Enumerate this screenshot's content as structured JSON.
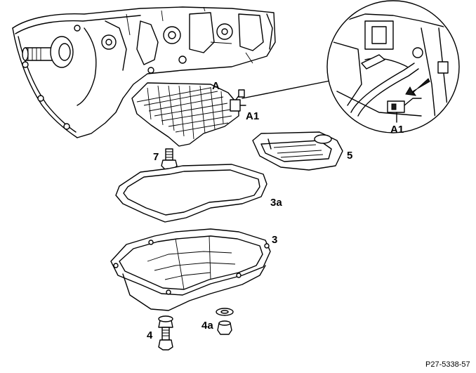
{
  "labels": {
    "A": "A",
    "A1_main": "A1",
    "A1_detail": "A1",
    "p5": "5",
    "p7": "7",
    "p3a": "3a",
    "p3": "3",
    "p4": "4",
    "p4a": "4a"
  },
  "reference": "P27-5338-57",
  "colors": {
    "line": "#000000",
    "background": "#ffffff"
  }
}
